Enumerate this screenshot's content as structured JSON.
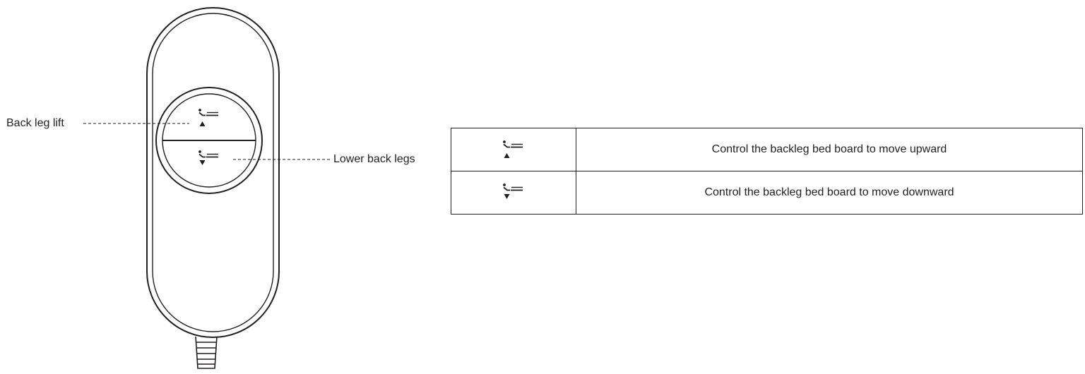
{
  "callouts": {
    "back_leg_lift": "Back leg lift",
    "lower_back_legs": "Lower back legs"
  },
  "remote": {
    "buttons": [
      {
        "icon": "recline-up-icon",
        "direction": "up"
      },
      {
        "icon": "recline-down-icon",
        "direction": "down"
      }
    ]
  },
  "table": {
    "rows": [
      {
        "icon": "recline-up-icon",
        "description": "Control the backleg bed board to move upward"
      },
      {
        "icon": "recline-down-icon",
        "description": "Control the backleg bed board to move downward"
      }
    ]
  },
  "colors": {
    "stroke": "#231f20",
    "background": "#ffffff"
  }
}
